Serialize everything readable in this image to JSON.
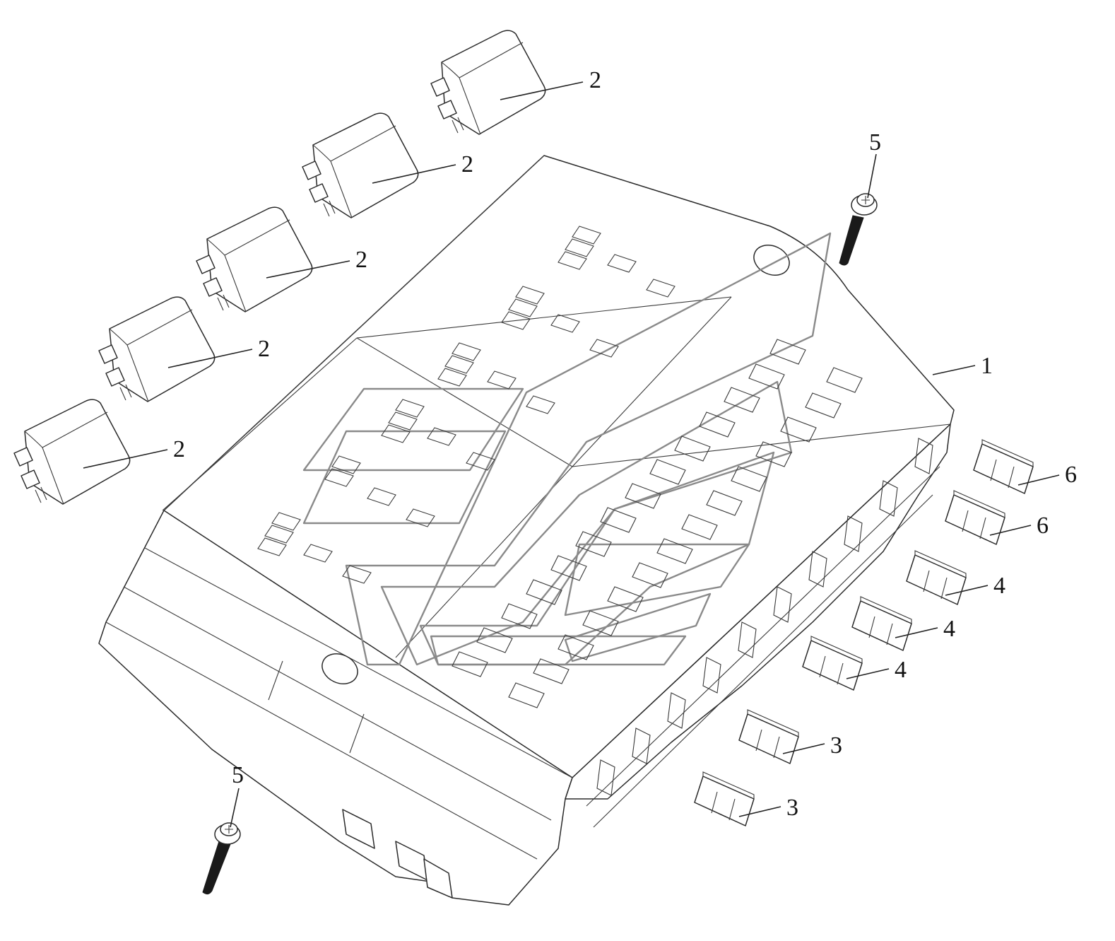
{
  "diagram": {
    "callouts": [
      {
        "label": "1"
      },
      {
        "label": "2"
      },
      {
        "label": "2"
      },
      {
        "label": "2"
      },
      {
        "label": "2"
      },
      {
        "label": "2"
      },
      {
        "label": "3"
      },
      {
        "label": "3"
      },
      {
        "label": "4"
      },
      {
        "label": "4"
      },
      {
        "label": "4"
      },
      {
        "label": "5"
      },
      {
        "label": "5"
      },
      {
        "label": "6"
      },
      {
        "label": "6"
      }
    ],
    "line_color": "#2a2a2a",
    "highlight_color": "#8a8a8a",
    "background": "#ffffff"
  }
}
